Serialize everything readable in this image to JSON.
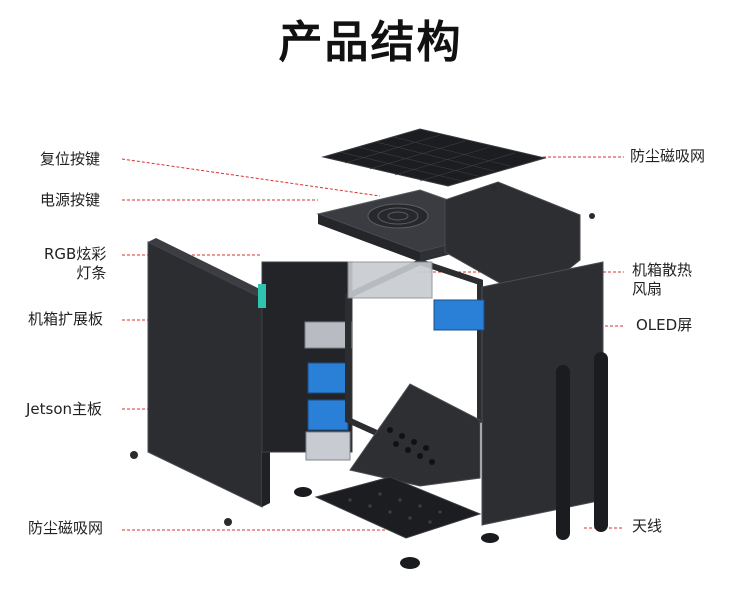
{
  "title": "产品结构",
  "labels_left": [
    {
      "id": "reset",
      "text": "复位按键"
    },
    {
      "id": "power",
      "text": "电源按键"
    },
    {
      "id": "rgb",
      "text": "RGB炫彩\n灯条"
    },
    {
      "id": "expansion",
      "text": "机箱扩展板"
    },
    {
      "id": "jetson",
      "text": "Jetson主板"
    },
    {
      "id": "dust-bottom",
      "text": "防尘磁吸网"
    }
  ],
  "labels_right": [
    {
      "id": "dust-top",
      "text": "防尘磁吸网"
    },
    {
      "id": "fan",
      "text": "机箱散热\n风扇"
    },
    {
      "id": "oled",
      "text": "OLED屏"
    },
    {
      "id": "antenna",
      "text": "天线"
    }
  ],
  "colors": {
    "leader": "#d9302a",
    "panel": "#2b2d31",
    "panel_edge": "#4a4d52",
    "mesh": "#1c1d20",
    "accent": "#2a7fd6"
  }
}
